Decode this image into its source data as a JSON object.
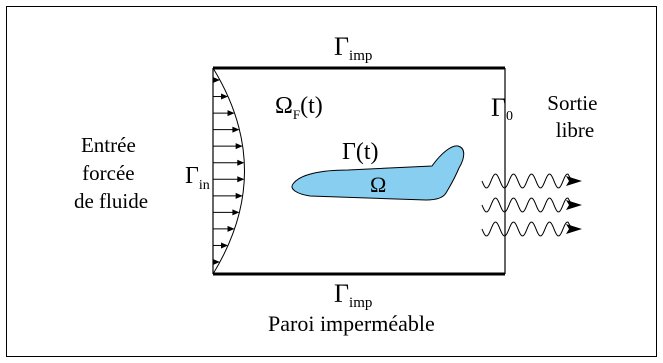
{
  "labels": {
    "gamma": "Γ",
    "omega": "Ω",
    "imp": "imp",
    "in": "in",
    "zero": "0",
    "F": "F",
    "t_paren": "(t)",
    "entree": [
      "Entrée",
      "forcée",
      "de fluide"
    ],
    "sortie": [
      "Sortie",
      "libre"
    ],
    "paroi": "Paroi imperméable"
  },
  "colors": {
    "obstacle_fill": "#87CEF0",
    "stroke": "#000000",
    "background": "#FFFFFF"
  },
  "inlet_arrow_count": 12,
  "outlet_wave_count": 3
}
